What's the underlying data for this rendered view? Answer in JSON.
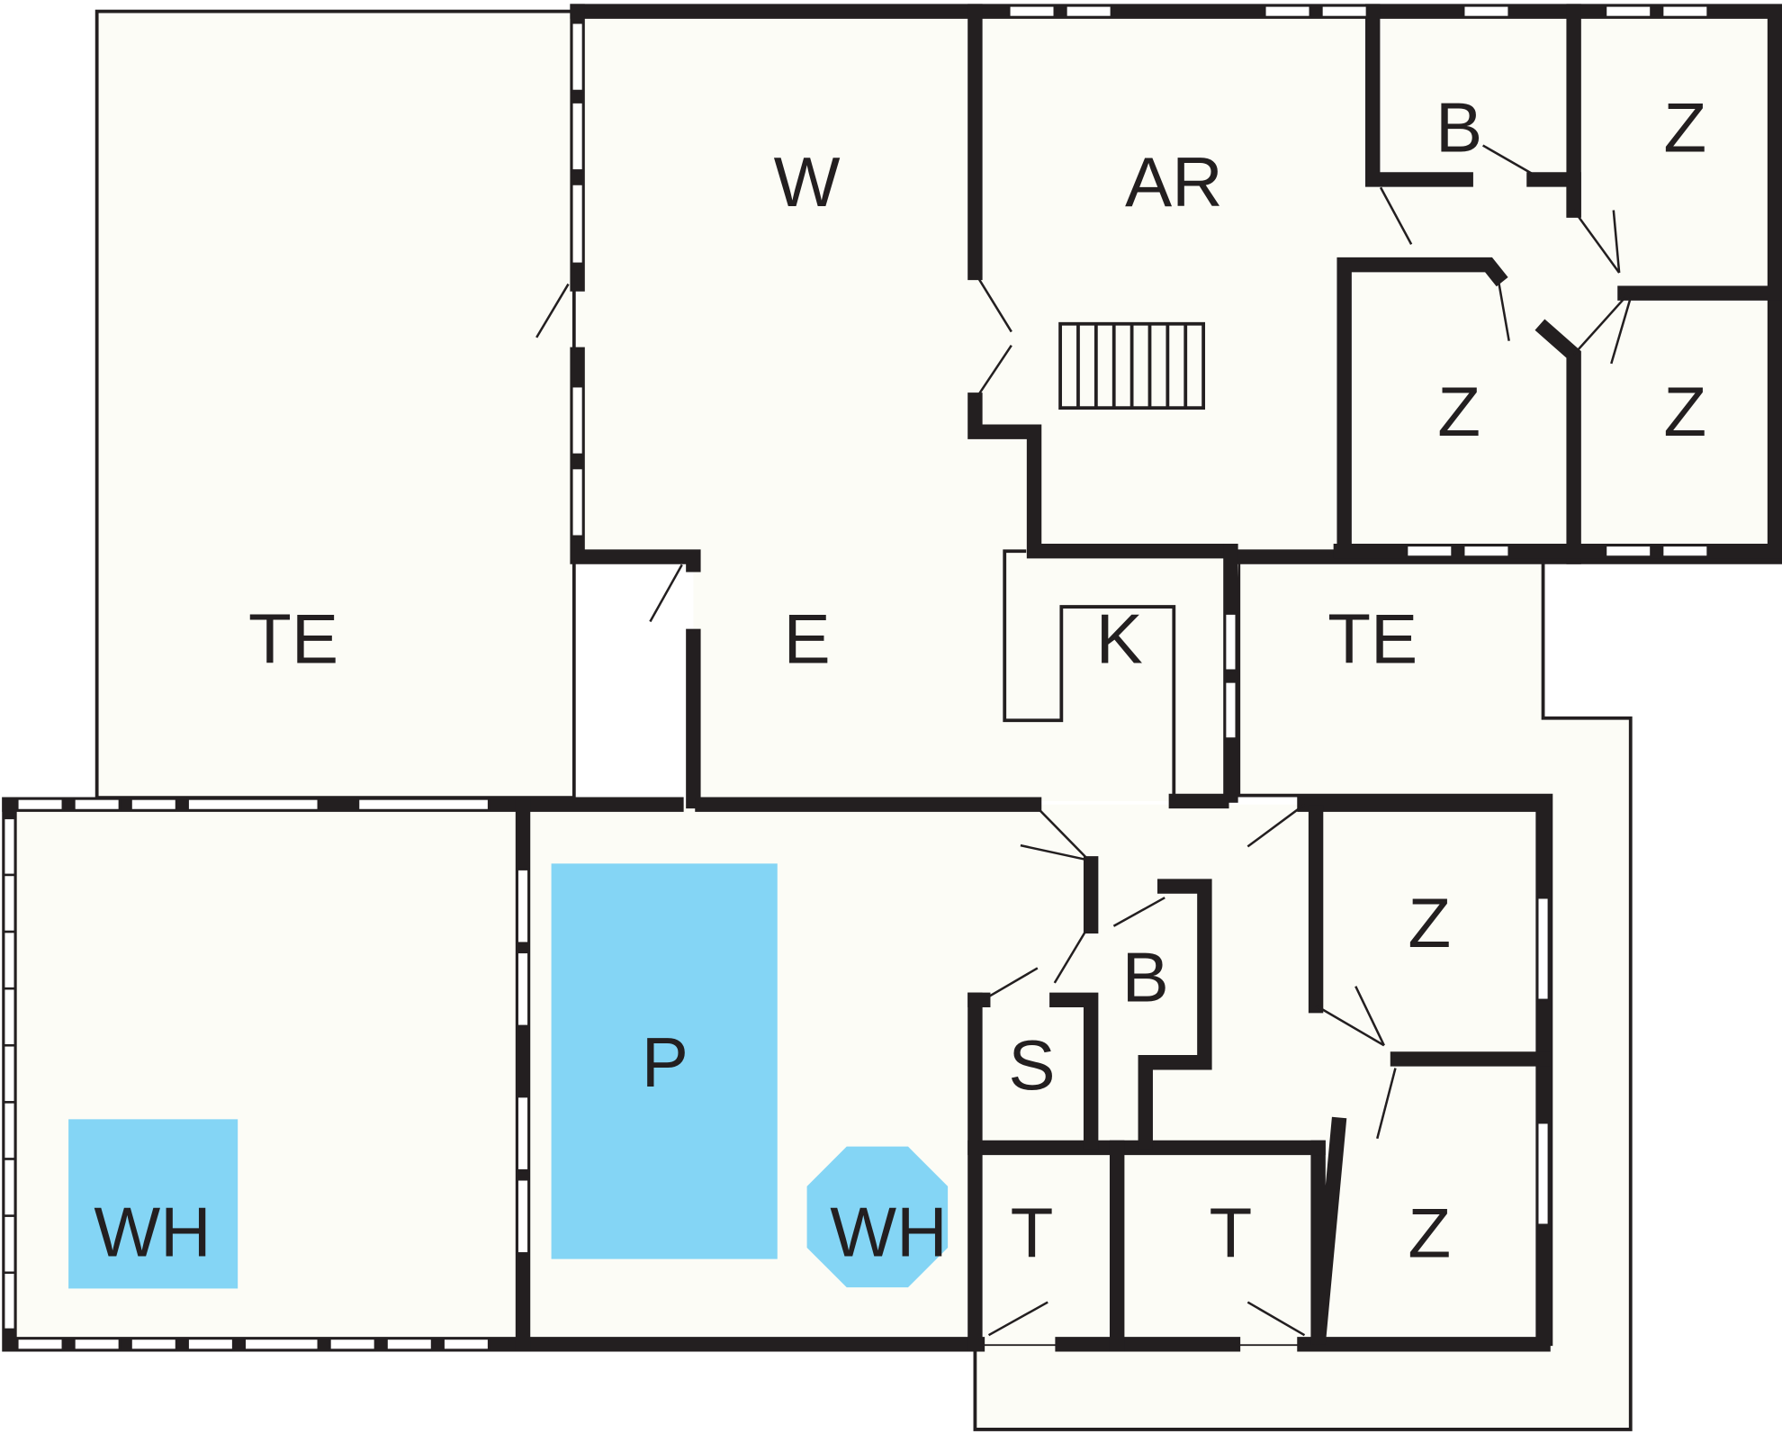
{
  "title": "Floor plan",
  "colors": {
    "wall": "#231f20",
    "floor": "#fcfcf6",
    "water": "#84d5f5"
  },
  "rooms": {
    "w": "W",
    "ar": "AR",
    "b_top": "B",
    "z_top_right": "Z",
    "z_mid_left": "Z",
    "z_mid_right": "Z",
    "te_left": "TE",
    "e": "E",
    "k": "K",
    "te_right": "TE",
    "p": "P",
    "wh_left": "WH",
    "wh_right": "WH",
    "b_bottom": "B",
    "s": "S",
    "z_low_top": "Z",
    "z_low_bottom": "Z",
    "t_left": "T",
    "t_right": "T"
  }
}
